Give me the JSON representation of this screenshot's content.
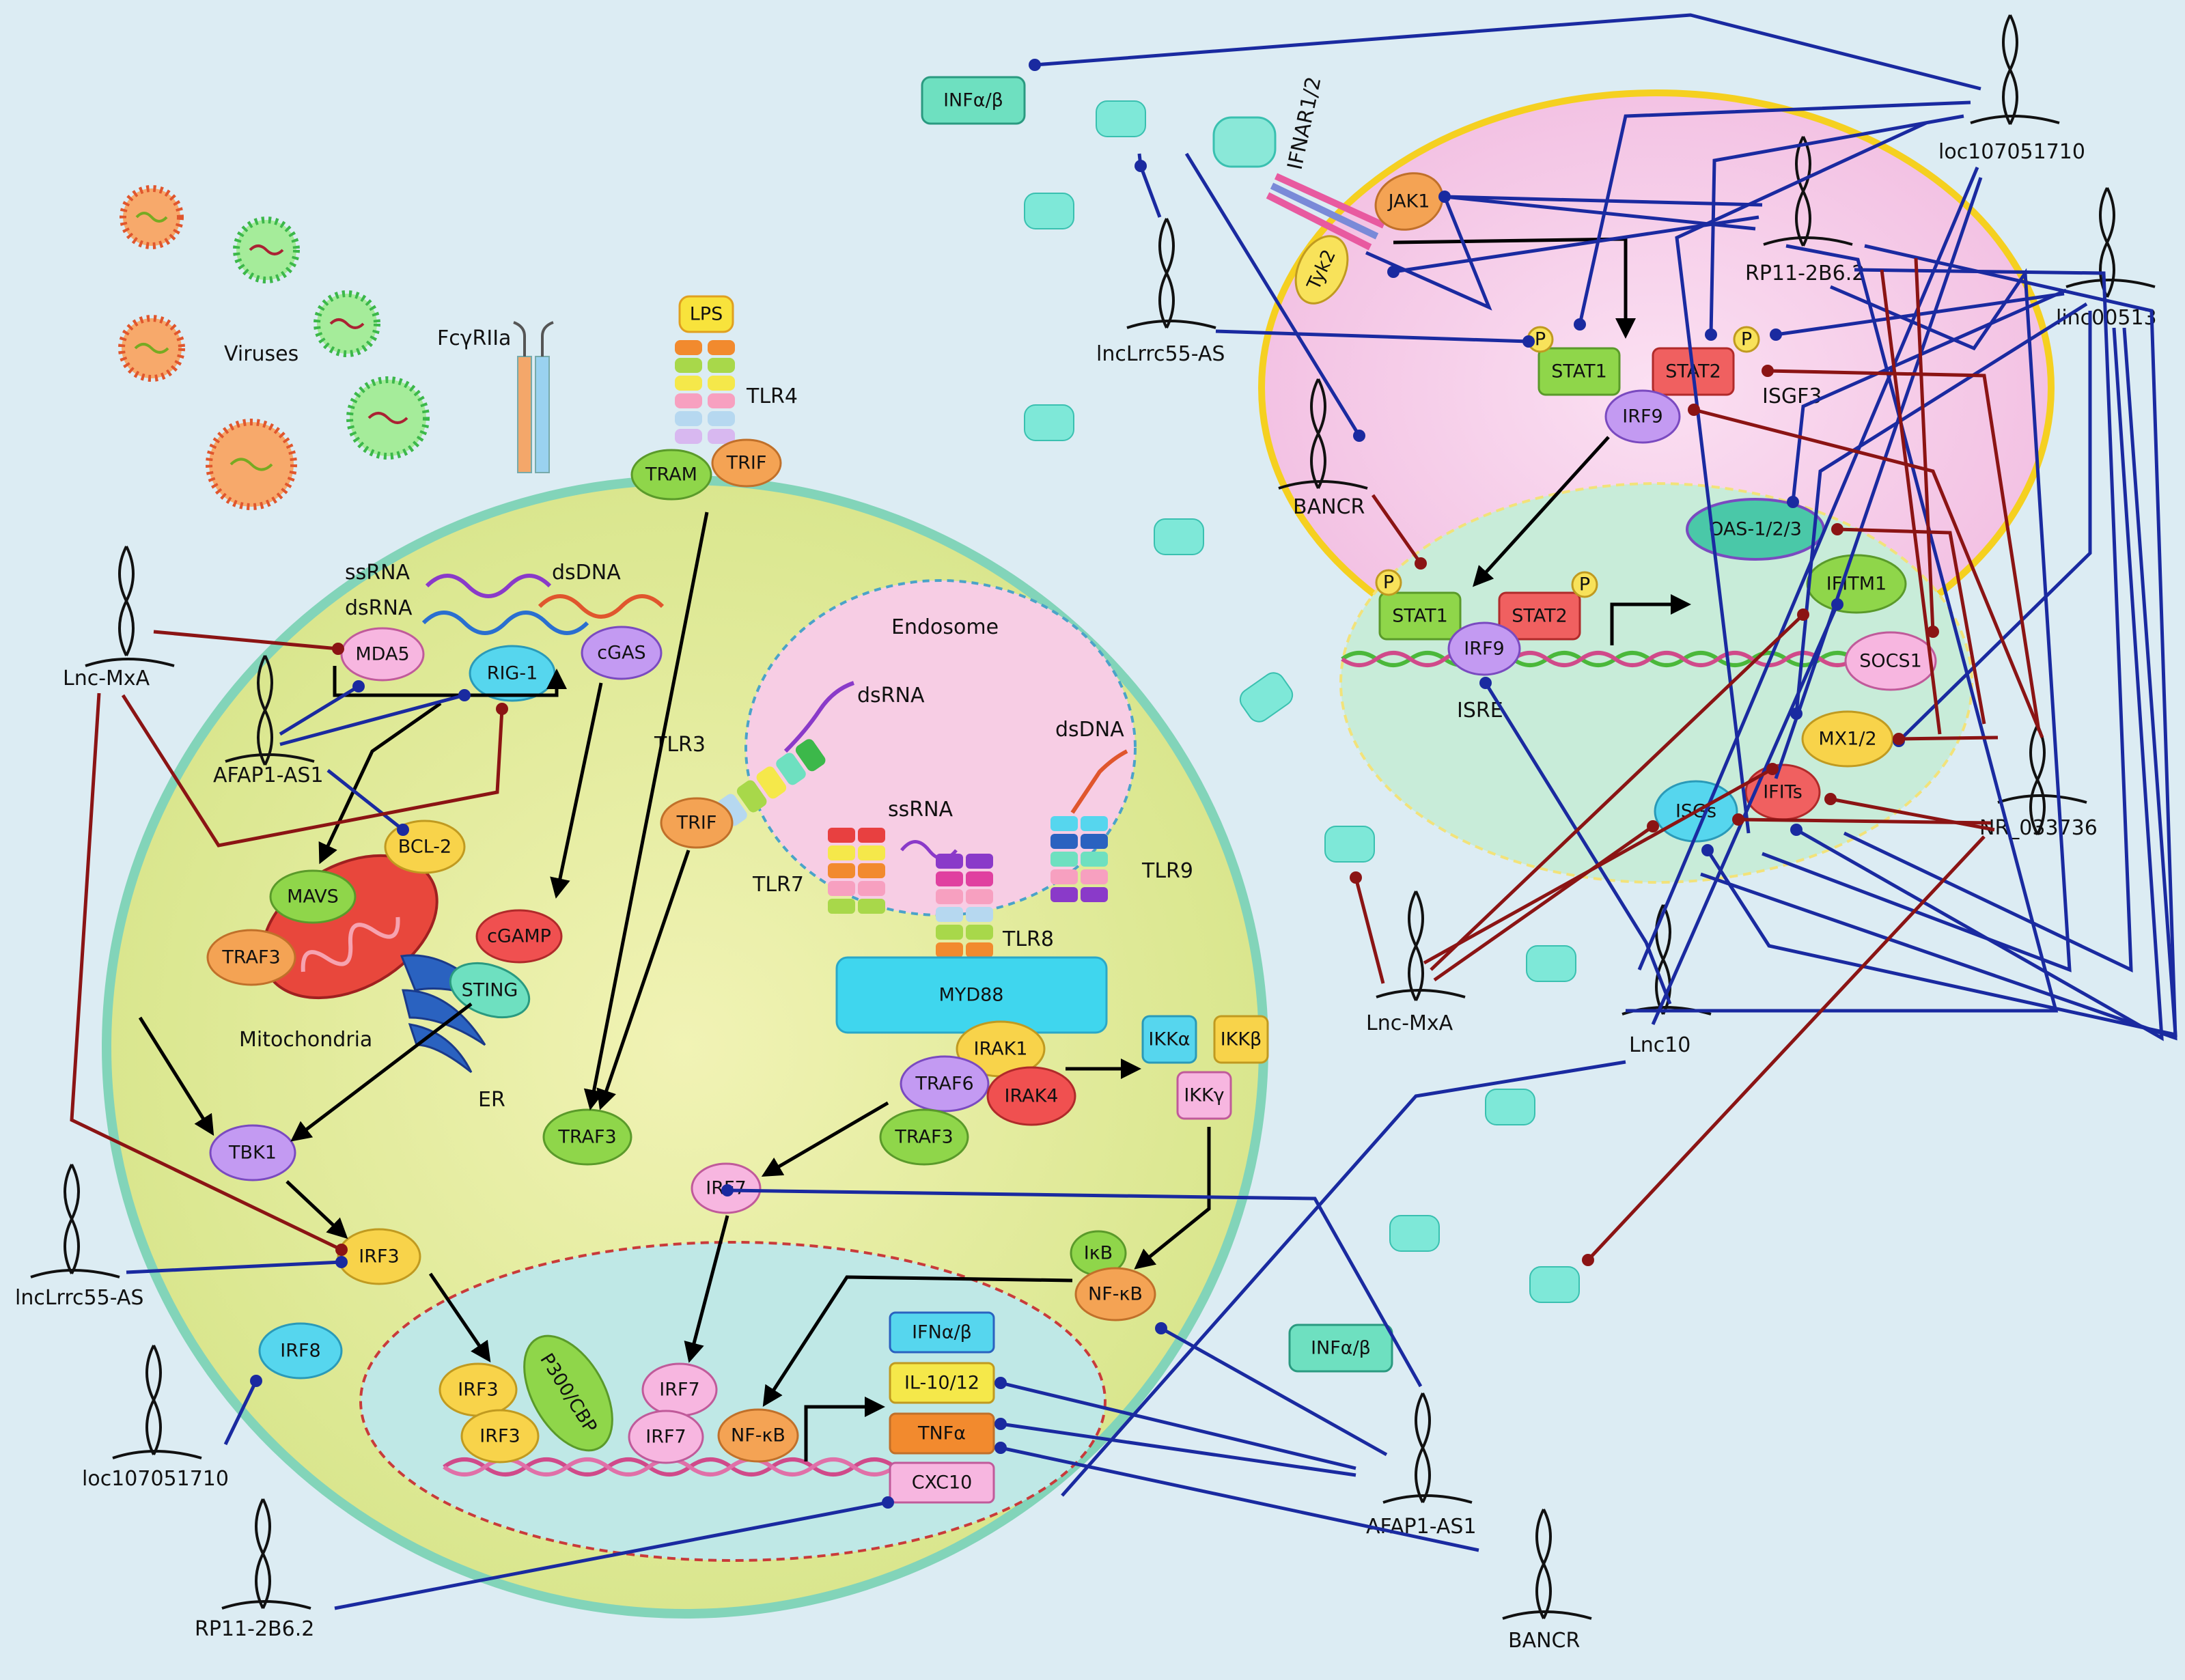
{
  "colors": {
    "background": "#dcecf3",
    "cell_fill": "#e2ea9a",
    "cell_border": "#7fd2b5",
    "right_cell_fill": "#f7cfe9",
    "right_cell_border": "#f5d020",
    "nucleus_fill": "#bfe8e6",
    "endosome_fill": "#f7cde4",
    "activation": "#000000",
    "blue_link": "#1a2aa0",
    "red_link": "#8b1414"
  },
  "labels": {
    "viruses": "Viruses",
    "fcgr": "FcγRIIa",
    "lps": "LPS",
    "tlr4": "TLR4",
    "endosome": "Endosome",
    "tlr3": "TLR3",
    "tlr7": "TLR7",
    "tlr8": "TLR8",
    "tlr9": "TLR9",
    "ssrna_cyto": "ssRNA",
    "dsrna_cyto": "dsRNA",
    "dsdna_cyto": "dsDNA",
    "dsrna_endo": "dsRNA",
    "ssrna_endo": "ssRNA",
    "dsdna_endo": "dsDNA",
    "mitochondria": "Mitochondria",
    "er": "ER",
    "ifnar": "IFNAR1/2",
    "isgf3": "ISGF3",
    "isre": "ISRE",
    "phospho": "P"
  },
  "nodes": {
    "tram": "TRAM",
    "trif_tlr4": "TRIF",
    "trif_tlr3": "TRIF",
    "mda5": "MDA5",
    "rig1": "RIG-1",
    "cgas": "cGAS",
    "bcl2": "BCL-2",
    "mavs": "MAVS",
    "traf3_mito": "TRAF3",
    "cgamp": "cGAMP",
    "sting": "STING",
    "tbk1": "TBK1",
    "traf3_mid": "TRAF3",
    "myd88": "MYD88",
    "irak1": "IRAK1",
    "traf6": "TRAF6",
    "irak4": "IRAK4",
    "traf3_low": "TRAF3",
    "ikka": "IKKα",
    "ikkb": "IKKβ",
    "ikkg": "IKKγ",
    "irf7_cyto": "IRF7",
    "ikb": "IκB",
    "nfkb_cyto": "NF-κB",
    "irf3_cyto": "IRF3",
    "irf8": "IRF8",
    "irf3_n1": "IRF3",
    "irf3_n2": "IRF3",
    "p300": "P300/CBP",
    "irf7_n1": "IRF7",
    "irf7_n2": "IRF7",
    "nfkb_nuc": "NF-κB",
    "ifnab_box": "IFNα/β",
    "il1012": "IL-10/12",
    "tnfa": "TNFα",
    "cxc10": "CXC10",
    "ifnab_top": "INFα/β",
    "ifnab_bottom": "INFα/β",
    "jak1": "JAK1",
    "tyk2": "Tyk2",
    "stat1_top": "STAT1",
    "stat2_top": "STAT2",
    "irf9_top": "IRF9",
    "stat1_nuc": "STAT1",
    "stat2_nuc": "STAT2",
    "irf9_nuc": "IRF9",
    "oas": "OAS-1/2/3",
    "ifitm1": "IFITM1",
    "socs1": "SOCS1",
    "mx12": "MX1/2",
    "ifits": "IFITs",
    "isgs": "ISGs"
  },
  "lncrnas": {
    "lnc_mxa_left": "Lnc-MxA",
    "afap1_left": "AFAP1-AS1",
    "lnclrrc55_left": "lncLrrc55-AS",
    "loc107_left": "loc107051710",
    "rp11_left": "RP11-2B6.2",
    "afap1_bottom": "AFAP1-AS1",
    "bancr_bottom": "BANCR",
    "lnclrrc55_right": "lncLrrc55-AS",
    "bancr_right": "BANCR",
    "loc107_right": "loc107051710",
    "rp11_right": "RP11-2B6.2",
    "linc00513": "linc00513",
    "nr033736": "NR_033736",
    "lnc_mxa_right": "Lnc-MxA",
    "lnc10": "Lnc10"
  }
}
